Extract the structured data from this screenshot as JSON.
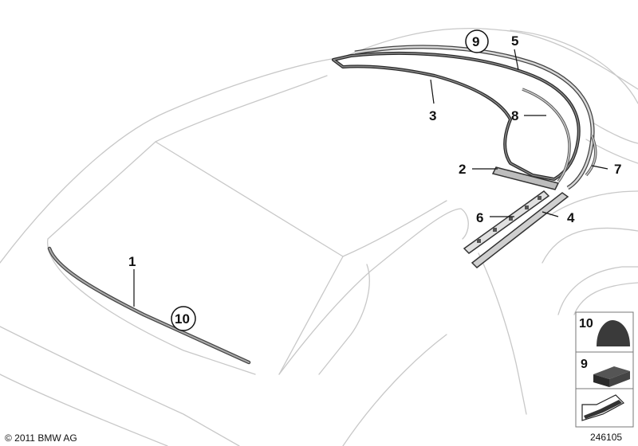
{
  "diagram": {
    "callouts": [
      {
        "id": "1",
        "label": "1"
      },
      {
        "id": "2",
        "label": "2"
      },
      {
        "id": "3",
        "label": "3"
      },
      {
        "id": "4",
        "label": "4"
      },
      {
        "id": "5",
        "label": "5"
      },
      {
        "id": "6",
        "label": "6"
      },
      {
        "id": "7",
        "label": "7"
      },
      {
        "id": "8",
        "label": "8"
      },
      {
        "id": "9",
        "label": "9"
      },
      {
        "id": "10",
        "label": "10"
      }
    ],
    "legend": {
      "item_10": "10",
      "item_9": "9"
    },
    "copyright": "© 2011 BMW AG",
    "diagram_number": "246105"
  }
}
